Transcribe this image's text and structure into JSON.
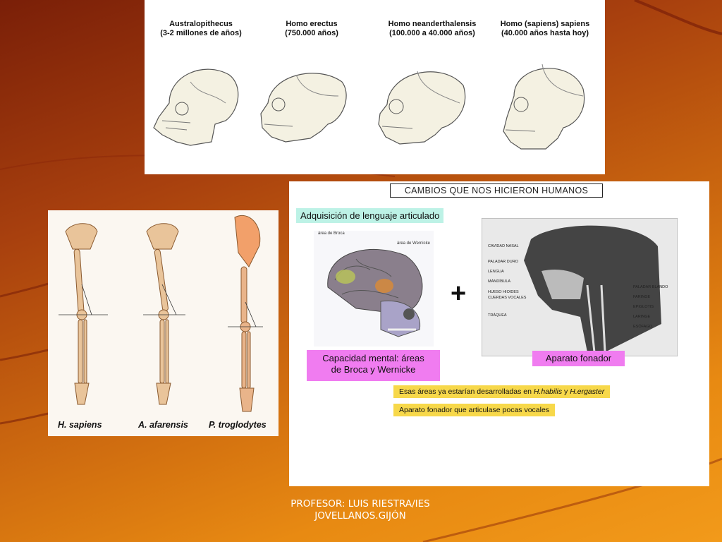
{
  "slide": {
    "background_colors": [
      "#7a1f08",
      "#c9650f",
      "#f29a1a"
    ],
    "footer": {
      "line1": "PROFESOR: LUIS RIESTRA/IES",
      "line2": "JOVELLANOS.GIJÓN"
    }
  },
  "skulls": [
    {
      "name": "Australopithecus",
      "date": "(3-2 millones de años)"
    },
    {
      "name": "Homo erectus",
      "date": "(750.000 años)"
    },
    {
      "name": "Homo neanderthalensis",
      "date": "(100.000 a 40.000 años)"
    },
    {
      "name": "Homo (sapiens) sapiens",
      "date": "(40.000 años hasta hoy)"
    }
  ],
  "legs": {
    "labels": [
      "H. sapiens",
      "A. afarensis",
      "P. troglodytes"
    ]
  },
  "changes": {
    "title": "CAMBIOS QUE NOS HICIERON HUMANOS",
    "language_label": "Adquisición de lenguaje articulado",
    "brain_labels": {
      "broca": "área de Broca",
      "wernicke": "área de Wernicke"
    },
    "brain_caption_line1": "Capacidad mental: áreas",
    "brain_caption_line2": "de Broca y Wernicke",
    "plus": "+",
    "vocal_caption": "Aparato fonador",
    "vocal_labels_left": [
      "CAVIDAD NASAL",
      "PALADAR DURO",
      "LENGUA",
      "MANDÍBULA",
      "HUESO HIOIDES",
      "CUERDAS VOCALES",
      "TRÁQUEA"
    ],
    "vocal_labels_right": [
      "PALADAR BLANDO",
      "FARINGE",
      "EPIGLOTIS",
      "LARINGE",
      "ESÓFAGO"
    ],
    "note1_prefix": "Esas áreas ya estarían desarrolladas en ",
    "note1_species_a": "H.habilis",
    "note1_mid": " y ",
    "note1_species_b": "H.ergaster",
    "note2": "Aparato fonador que articulase pocas vocales",
    "colors": {
      "cyan": "#bdf2e6",
      "magenta": "#f07cf0",
      "yellow": "#f7d84a"
    }
  }
}
